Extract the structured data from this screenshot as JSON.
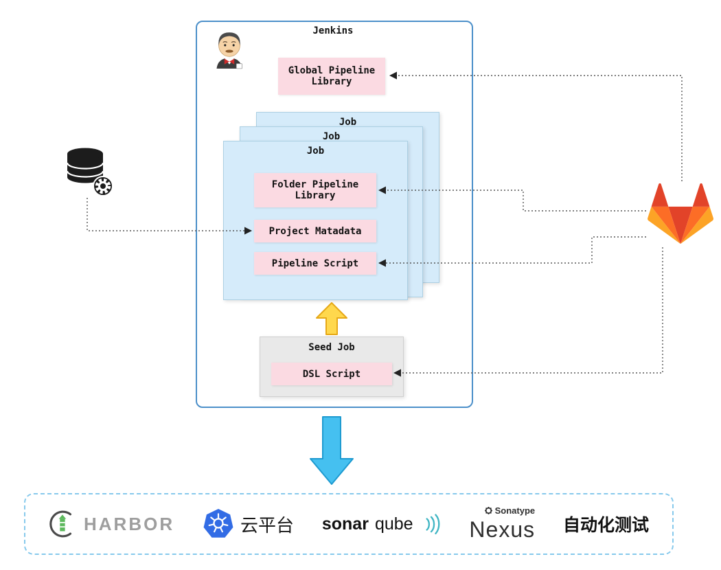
{
  "jenkins": {
    "title": "Jenkins",
    "global_pipeline_library": "Global Pipeline\nLibrary",
    "jobs": [
      "Job",
      "Job",
      "Job"
    ],
    "folder_pipeline_library": "Folder Pipeline\nLibrary",
    "project_metadata": "Project Matadata",
    "pipeline_script": "Pipeline Script",
    "seed_job_title": "Seed Job",
    "dsl_script": "DSL Script"
  },
  "bottom_bar": {
    "harbor_label": "HARBOR",
    "cloud_platform_label": "云平台",
    "sonar_bold": "sonar",
    "sonar_light": "qube",
    "sonatype_label": "Sonatype",
    "nexus_label": "Nexus",
    "auto_test_label": "自动化测试"
  },
  "colors": {
    "jenkins_border": "#4b8fc9",
    "pink_box": "#fbdae2",
    "job_box_blue": "#d5ebfa",
    "seed_job_gray": "#e9e9e9",
    "up_arrow_yellow": "#ffd84d",
    "down_arrow_blue": "#45c0f0",
    "bottom_bar_dashed_border": "#86c9ec",
    "gitlab_orange": "#fc6d26",
    "kubernetes_blue": "#326ce5",
    "connector_gray": "#555555"
  }
}
